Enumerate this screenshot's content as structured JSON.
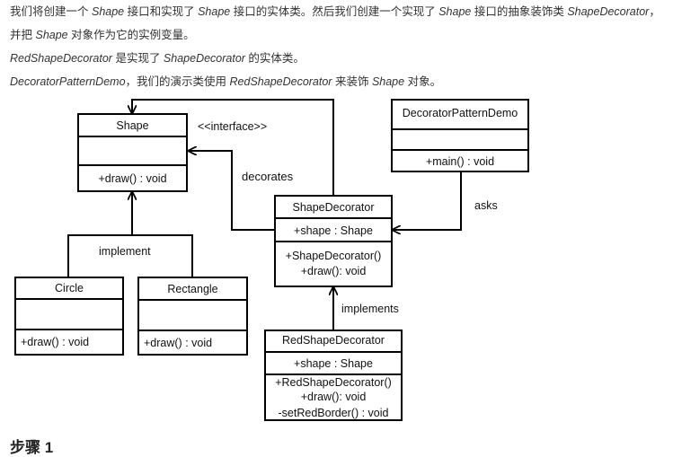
{
  "intro": {
    "line1": {
      "a": "我们将创建一个 ",
      "b": "Shape",
      "c": " 接口和实现了 ",
      "d": "Shape",
      "e": " 接口的实体类。然后我们创建一个实现了 ",
      "f": "Shape",
      "g": " 接口的抽象装饰类 ",
      "h": "ShapeDecorator",
      "i": "，并把 ",
      "j": "Shape",
      "k": " 对象作为它的实例变量。"
    },
    "line2": {
      "a": "RedShapeDecorator",
      "b": " 是实现了 ",
      "c": "ShapeDecorator",
      "d": " 的实体类。"
    },
    "line3": {
      "a": "DecoratorPatternDemo",
      "b": "，我们的演示类使用 ",
      "c": "RedShapeDecorator",
      "d": " 来装饰 ",
      "e": "Shape",
      "f": " 对象。"
    }
  },
  "diagram": {
    "classes": {
      "shape": {
        "name": "Shape",
        "attributes": "",
        "methods": [
          "+draw() : void"
        ]
      },
      "demo": {
        "name": "DecoratorPatternDemo",
        "attributes": "",
        "methods": [
          "+main() : void"
        ]
      },
      "decorator": {
        "name": "ShapeDecorator",
        "attributes": "+shape : Shape",
        "methods": [
          "+ShapeDecorator()",
          "+draw(): void"
        ]
      },
      "circle": {
        "name": "Circle",
        "attributes": "",
        "methods": [
          "+draw() : void"
        ]
      },
      "rectangle": {
        "name": "Rectangle",
        "attributes": "",
        "methods": [
          "+draw() : void"
        ]
      },
      "red": {
        "name": "RedShapeDecorator",
        "attributes": "+shape : Shape",
        "methods": [
          "+RedShapeDecorator()",
          "+draw(): void",
          "-setRedBorder() : void"
        ]
      }
    },
    "labels": {
      "interface": "<<interface>>",
      "decorates": "decorates",
      "implement": "implement",
      "asks": "asks",
      "implements": "implements"
    }
  },
  "next_heading": "步骤 1"
}
